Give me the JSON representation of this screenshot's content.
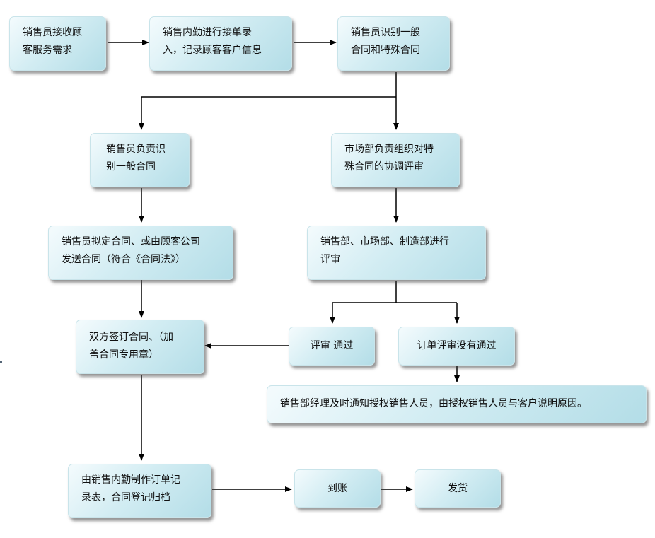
{
  "nodes": {
    "receive": "销售员接收顾\n客服务需求",
    "entry": "销售内勤进行接单录\n入，记录顾客客户信息",
    "identify": "销售员识别一般\n合同和特殊合同",
    "general": "销售员负责识\n别一般合同",
    "special": "市场部负责组织对特\n殊合同的协调评审",
    "draft": "销售员拟定合同、或由顾客公司\n发送合同（符合《合同法》）",
    "review": "销售部、市场部、制造部进行\n评审",
    "sign": "双方签订合同、（加\n盖合同专用章）",
    "pass": "评审  通过",
    "fail": "订单评审没有通过",
    "notify": "销售部经理及时通知授权销售人员，由授权销售人员与客户说明原因。",
    "record": "由销售内勤制作订单记\n录表，合同登记归档",
    "payment": "到账",
    "ship": "发货"
  },
  "colors": {
    "box_light": "#f4fbfd",
    "box_dark": "#b3dde7",
    "line": "#000000"
  }
}
